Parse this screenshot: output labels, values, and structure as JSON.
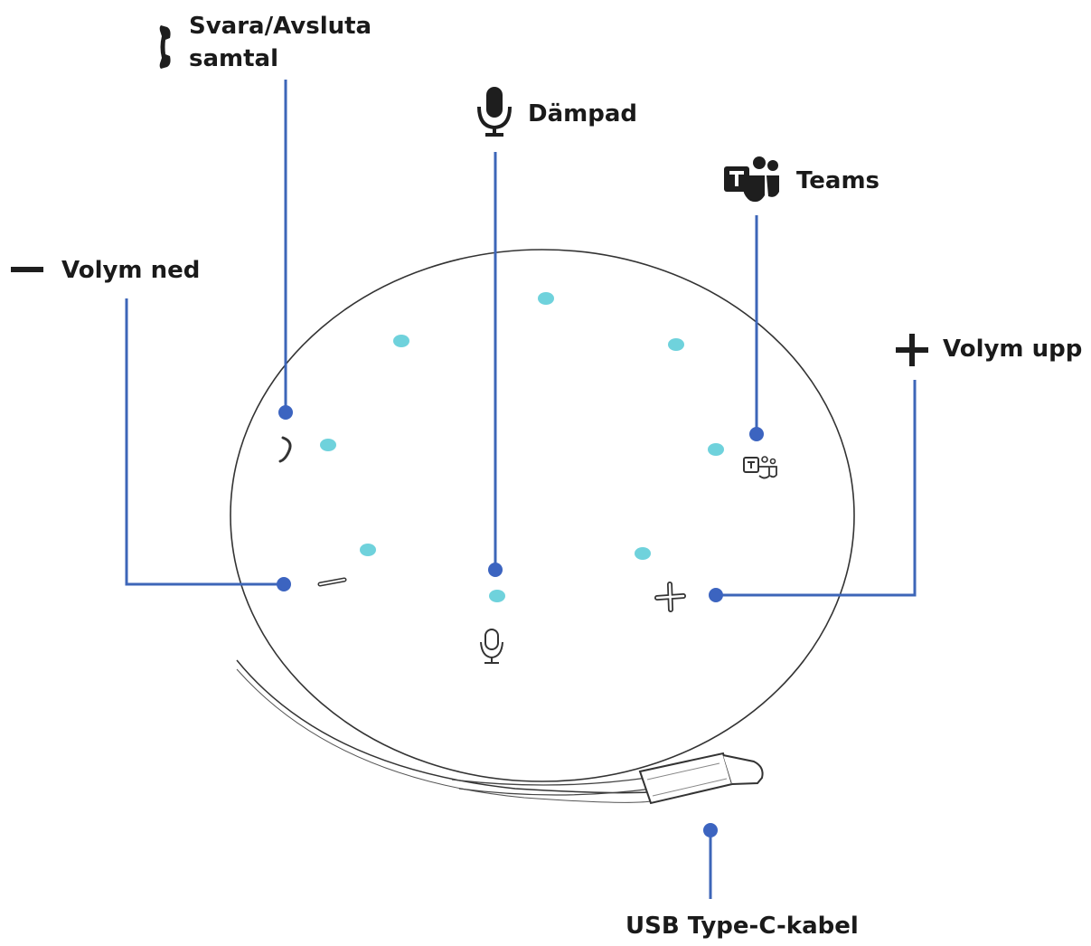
{
  "diagram": {
    "labels": {
      "answer_end_call_line1": "Svara/Avsluta",
      "answer_end_call_line2": "samtal",
      "mute": "Dämpad",
      "teams": "Teams",
      "volume_down": "Volym ned",
      "volume_up": "Volym upp",
      "usb_cable": "USB Type-C-kabel"
    },
    "icons": {
      "answer_end_call": "phone-handset-icon",
      "mute": "microphone-icon",
      "teams": "microsoft-teams-icon",
      "volume_down": "minus-icon",
      "volume_up": "plus-icon"
    },
    "colors": {
      "leader_line": "#3d66b8",
      "pin_dot": "#3c64c0",
      "led": "#6fd2dc",
      "outline": "#333333",
      "text": "#1a1a1a"
    }
  }
}
